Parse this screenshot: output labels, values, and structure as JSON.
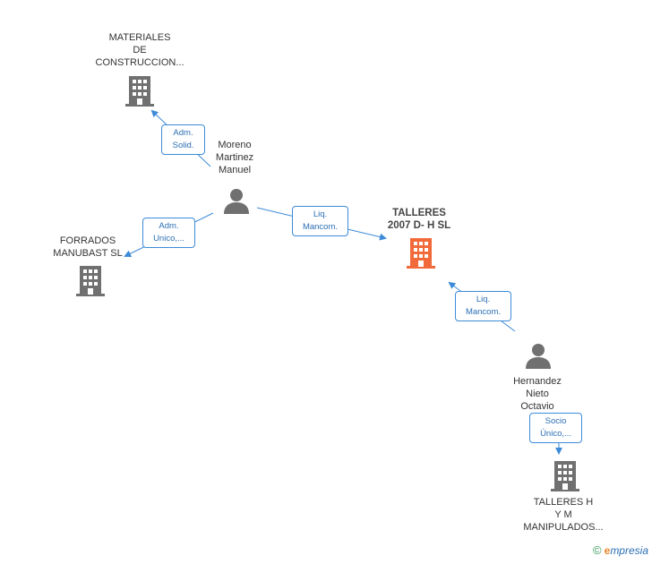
{
  "colors": {
    "line": "#3d8bd8",
    "icon_gray": "#707070",
    "icon_highlight": "#f26a3a"
  },
  "nodes": {
    "materiales": {
      "line1": "MATERIALES",
      "line2": "DE",
      "line3": "CONSTRUCCION...",
      "icon": "building-icon"
    },
    "moreno": {
      "line1": "Moreno",
      "line2": "Martinez",
      "line3": "Manuel",
      "icon": "person-icon"
    },
    "forrados": {
      "line1": "FORRADOS",
      "line2": "MANUBAST SL",
      "icon": "building-icon"
    },
    "talleres_dh": {
      "line1": "TALLERES",
      "line2": "2007 D- H SL",
      "icon": "building-icon"
    },
    "hernandez": {
      "line1": "Hernandez",
      "line2": "Nieto",
      "line3": "Octavio",
      "icon": "person-icon"
    },
    "talleres_hym": {
      "line1": "TALLERES H",
      "line2": "Y M",
      "line3": "MANIPULADOS...",
      "icon": "building-icon"
    }
  },
  "relations": {
    "adm_solid": {
      "line1": "Adm.",
      "line2": "Solid."
    },
    "adm_unico": {
      "line1": "Adm.",
      "line2": "Unico,..."
    },
    "liq_mancom_1": {
      "line1": "Liq.",
      "line2": "Mancom."
    },
    "liq_mancom_2": {
      "line1": "Liq.",
      "line2": "Mancom."
    },
    "socio_unico": {
      "line1": "Socio",
      "line2": "Único,..."
    }
  },
  "brand": {
    "copyright": "©",
    "initial": "e",
    "rest": "mpresia"
  }
}
